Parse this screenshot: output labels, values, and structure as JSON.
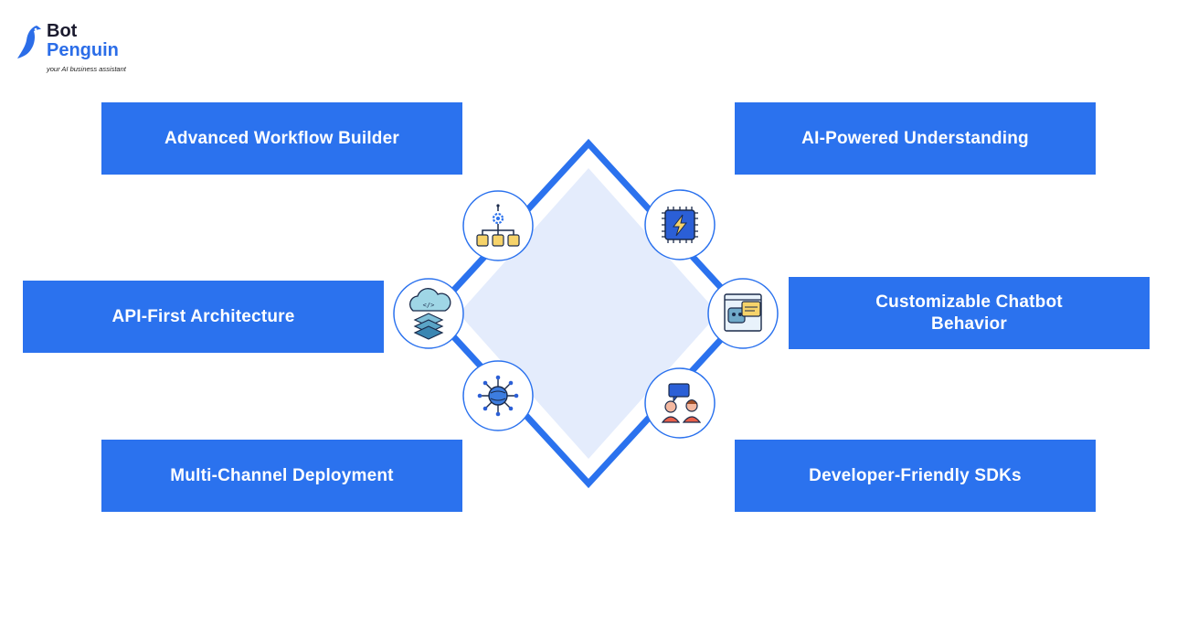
{
  "brand": {
    "name_line1": "Bot",
    "name_line2": "Penguin",
    "tagline": "your AI business assistant",
    "colors": {
      "primary": "#2b72ee",
      "dark": "#1a1a2e",
      "diamond_fill": "#e4ecfc"
    }
  },
  "features": [
    {
      "id": "advanced-workflow-builder",
      "label": "Advanced Workflow Builder",
      "icon": "workflow-icon"
    },
    {
      "id": "ai-powered-understanding",
      "label": "AI-Powered Understanding",
      "icon": "ai-chip-icon"
    },
    {
      "id": "api-first-architecture",
      "label": "API-First Architecture",
      "icon": "cloud-api-icon"
    },
    {
      "id": "customizable-chatbot-behavior",
      "label": "Customizable Chatbot\nBehavior",
      "icon": "chatbot-screen-icon"
    },
    {
      "id": "multi-channel-deployment",
      "label": "Multi-Channel Deployment",
      "icon": "network-hub-icon"
    },
    {
      "id": "developer-friendly-sdks",
      "label": "Developer-Friendly SDKs",
      "icon": "people-chat-icon"
    }
  ]
}
